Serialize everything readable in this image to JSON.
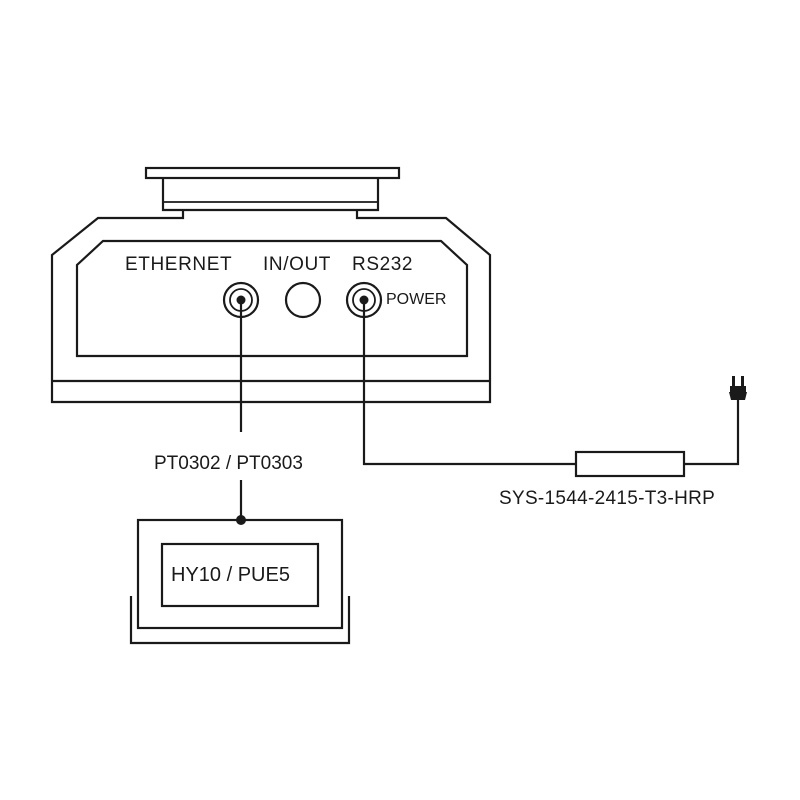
{
  "device": {
    "port_labels": {
      "ethernet": "ETHERNET",
      "in_out": "IN/OUT",
      "rs232": "RS232",
      "power": "POWER"
    }
  },
  "cables": {
    "data_cable": "PT0302 / PT0303",
    "power_supply": "SYS-1544-2415-T3-HRP"
  },
  "display": {
    "label": "HY10 / PUE5"
  },
  "colors": {
    "line": "#1a1a1a",
    "background": "#ffffff"
  }
}
